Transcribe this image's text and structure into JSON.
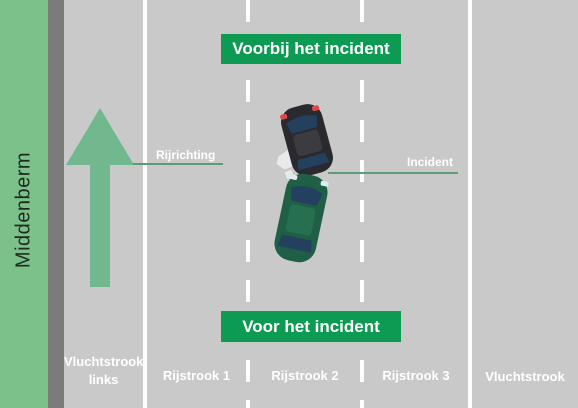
{
  "median": {
    "label": "Middenberm",
    "color": "#7cc08a"
  },
  "banners": {
    "top": "Voorbij het incident",
    "bottom": "Voor het incident",
    "color": "#0d9a52"
  },
  "callouts": {
    "direction": "Rijrichting",
    "incident": "Incident"
  },
  "lanes": {
    "left_shoulder": {
      "line1": "Vluchtstrook",
      "line2": "links"
    },
    "lane1": "Rijstrook 1",
    "lane2": "Rijstrook 2",
    "lane3": "Rijstrook 3",
    "right_shoulder": "Vluchtstrook"
  },
  "icons": {
    "direction_arrow": "arrow-up-icon",
    "car_front": "car-icon",
    "car_rear": "car-icon",
    "debris": "debris-icon"
  },
  "colors": {
    "road": "#c9c9c9",
    "arrow": "#72b88e",
    "car_dark": "#2a2a2e",
    "car_green": "#1e5f45",
    "glass": "#23415f"
  }
}
